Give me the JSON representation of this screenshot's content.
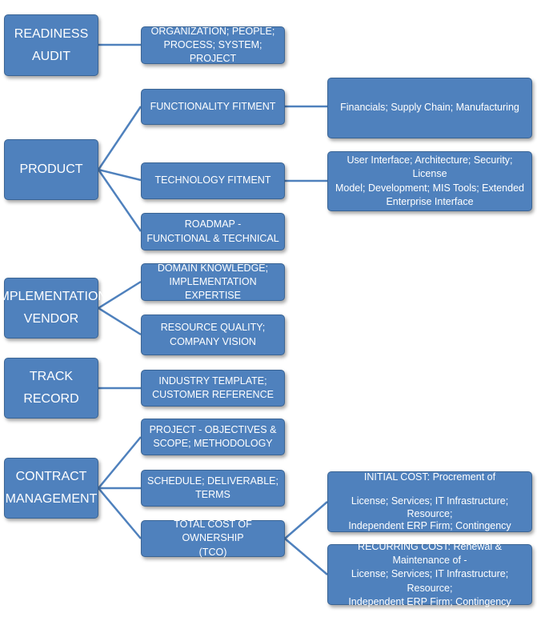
{
  "nodes": {
    "readiness_audit": "READINESS\nAUDIT",
    "org_people": "ORGANIZATION; PEOPLE;\nPROCESS; SYSTEM; PROJECT",
    "product": "PRODUCT",
    "functionality_fitment": "FUNCTIONALITY FITMENT",
    "financials": "Financials; Supply Chain; Manufacturing",
    "technology_fitment": "TECHNOLOGY FITMENT",
    "ui_arch": "User Interface; Architecture; Security; License\nModel; Development; MIS Tools; Extended\nEnterprise Interface",
    "roadmap": "ROADMAP -\nFUNCTIONAL & TECHNICAL",
    "implementation_vendor": "IMPLEMENTATION\nVENDOR",
    "domain_knowledge": "DOMAIN KNOWLEDGE;\nIMPLEMENTATION EXPERTISE",
    "resource_quality": "RESOURCE QUALITY;\nCOMPANY VISION",
    "track_record": "TRACK\nRECORD",
    "industry_template": "INDUSTRY TEMPLATE;\nCUSTOMER REFERENCE",
    "contract_management": "CONTRACT\nMANAGEMENT",
    "project_objectives": "PROJECT - OBJECTIVES &\nSCOPE; METHODOLOGY",
    "schedule": "SCHEDULE; DELIVERABLE; TERMS",
    "tco": "TOTAL COST OF OWNERSHIP\n(TCO)",
    "initial_cost": "INITIAL COST:  Procrement of\n\nLicense; Services; IT Infrastructure; Resource;\nIndependent ERP Firm; Contingency",
    "recurring_cost": "RECURRING COST: Renewal & Maintenance of -\nLicense; Services; IT Infrastructure; Resource;\nIndependent ERP Firm; Contingency"
  },
  "colors": {
    "box_fill": "#4f81bd",
    "box_border": "#3a6494",
    "text": "#ffffff",
    "connector": "#4f81bd"
  }
}
